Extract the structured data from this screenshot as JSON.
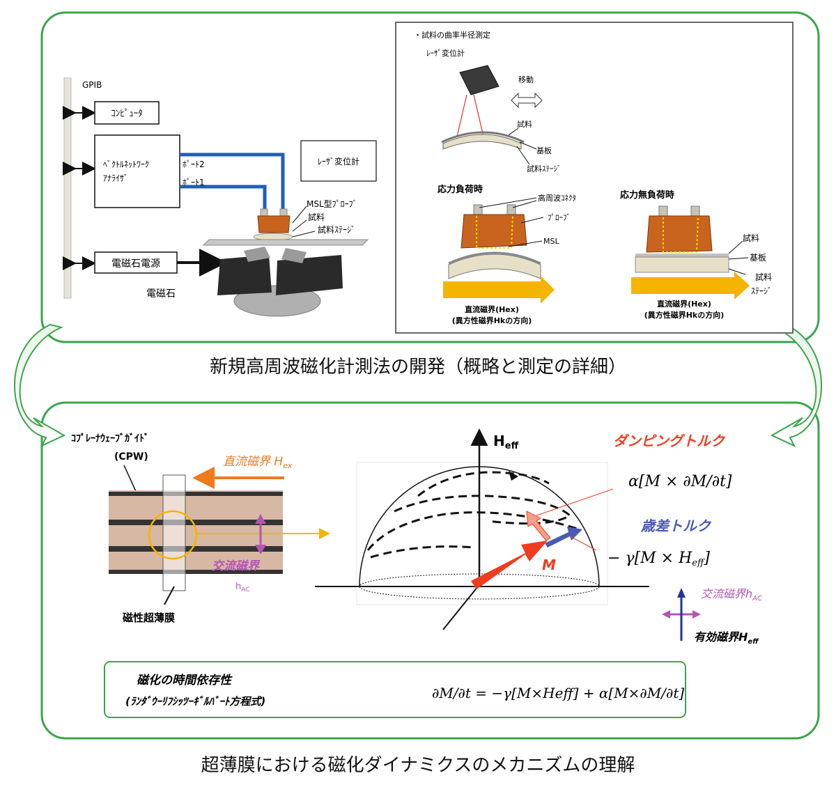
{
  "captions": {
    "top": "新規高周波磁化計測法の開発（概略と測定の詳細）",
    "bottom": "超薄膜における磁化ダイナミクスのメカニズムの理解"
  },
  "setup": {
    "gpib": "GPIB",
    "computer": "ｺﾝﾋﾟｭｰﾀ",
    "vna_line1": "ﾍﾞｸﾄﾙﾈｯﾄﾜｰｸ",
    "vna_line2": "ｱﾅﾗｲｻﾞ",
    "port2": "ﾎﾟｰﾄ2",
    "port1": "ﾎﾟｰﾄ1",
    "laser": "ﾚｰｻﾞ変位計",
    "msl_probe": "MSL型ﾌﾟﾛｰﾌﾞ",
    "sample": "試料",
    "sample_stage": "試料ｽﾃｰｼﾞ",
    "magnet_power": "電磁石電源",
    "magnet": "電磁石"
  },
  "detail": {
    "curvature_title": "・試料の曲率半径測定",
    "laser": "ﾚｰｻﾞ変位計",
    "move": "移動",
    "sample": "試料",
    "substrate": "基板",
    "sample_stage": "試料ｽﾃｰｼﾞ",
    "stress_on": "応力負荷時",
    "stress_off": "応力無負荷時",
    "hf_connector": "高周波ｺﾈｸﾀ",
    "probe": "ﾌﾟﾛｰﾌﾞ",
    "msl": "MSL",
    "sample2": "試料",
    "substrate2": "基板",
    "stage2_line1": "試料",
    "stage2_line2": "ｽﾃｰｼﾞ",
    "dc_field_left": "直流磁界(Hex)",
    "dc_field_right": "直流磁界(Hex)",
    "aniso_left": "(異方性磁界Hkの方向)",
    "aniso_right": "(異方性磁界Hkの方向)"
  },
  "cpw": {
    "label_line1": "ｺﾌﾟﾚｰﾅｳｪｰﾌﾞｶﾞｲﾄﾞ",
    "label_line2": "(CPW)",
    "dc_field": "直流磁界 H",
    "dc_sub": "ex",
    "ac_field": "交流磁界",
    "ac_h": "h",
    "ac_sub": "AC",
    "film": "磁性超薄膜"
  },
  "sphere": {
    "heff": "H",
    "heff_sub": "eff",
    "damping": "ダンピングトルク",
    "precession": "歳差トルク",
    "m_label": "M",
    "damping_eq": "α[M × ∂M/∂t]",
    "precession_eq": "− γ[M × H",
    "precession_eq_sub": "eff",
    "precession_eq_end": "]"
  },
  "legend": {
    "ac_field": "交流磁界h",
    "ac_sub": "AC",
    "eff_field": "有効磁界H",
    "eff_sub": "eff"
  },
  "llg": {
    "title_line1": "磁化の時間依存性",
    "title_line2": "(ﾗﾝﾀﾞｳｰﾘﾌｼｯﾂｰｷﾞﾙﾊﾞｰﾄ方程式)",
    "equation": "∂M/∂t = −γ[M×Heff] + α[M×∂M/∂t]"
  },
  "colors": {
    "frame_green": "#3aa54a",
    "cable_blue": "#1f5fb8",
    "copper": "#c8641e",
    "dc_orange": "#f07a1e",
    "ac_purple": "#b455b4",
    "damping_red": "#f03c1e",
    "precession_blue": "#4a5ab4",
    "field_yellow": "#f5b400"
  }
}
